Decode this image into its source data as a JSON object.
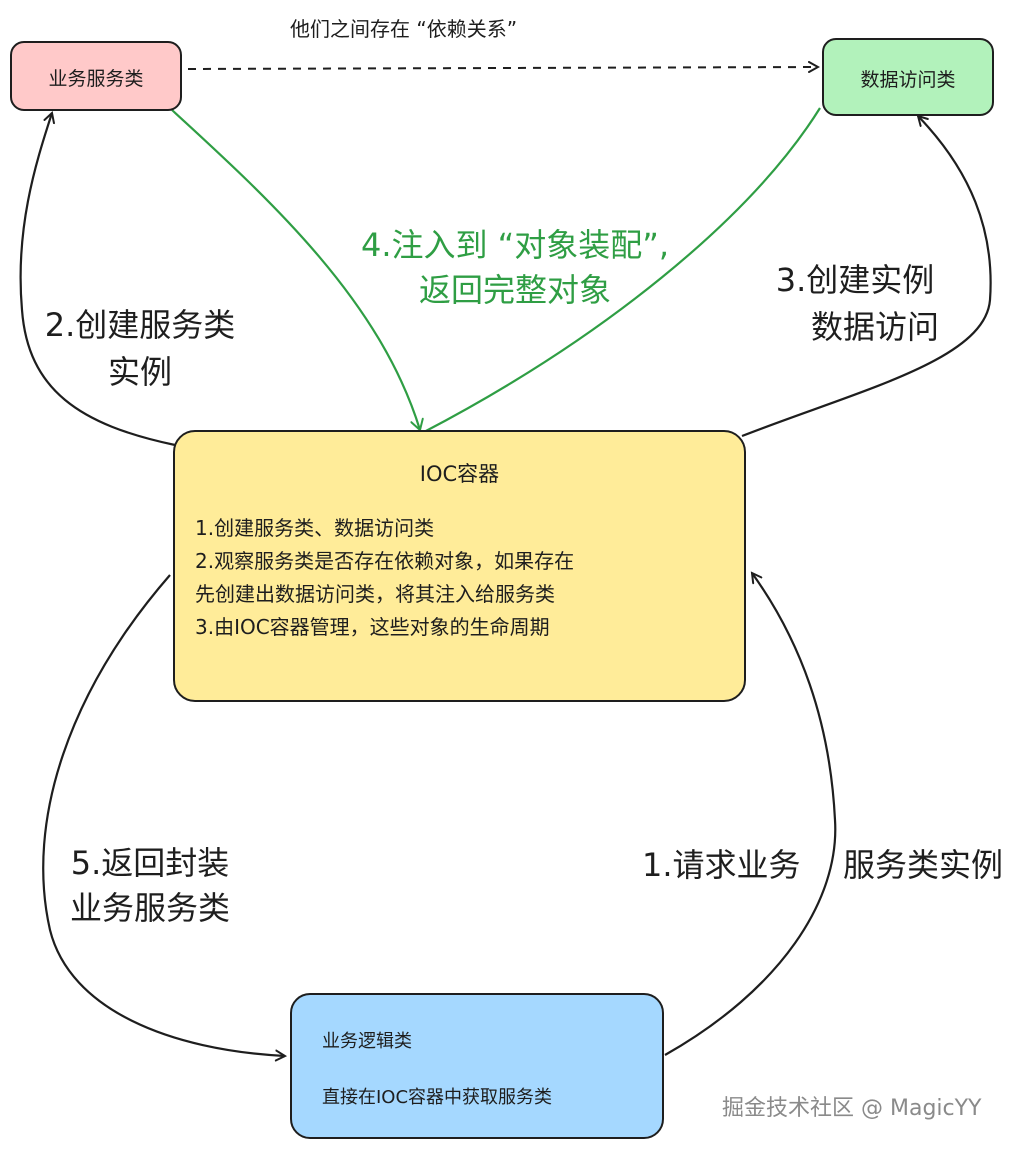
{
  "diagram": {
    "nodes": {
      "service": {
        "label": "业务服务类",
        "fill": "#ffc9c9"
      },
      "dao": {
        "label": "数据访问类",
        "fill": "#b2f2bb"
      },
      "ioc": {
        "title": "IOC容器",
        "lines": [
          "1.创建服务类、数据访问类",
          "2.观察服务类是否存在依赖对象，如果存在",
          "先创建出数据访问类，将其注入给服务类",
          "3.由IOC容器管理，这些对象的生命周期"
        ],
        "fill": "#ffec99"
      },
      "logic": {
        "title": "业务逻辑类",
        "desc": "直接在IOC容器中获取服务类",
        "fill": "#a5d8ff"
      }
    },
    "edges": {
      "dependency": "他们之间存在 “依赖关系”",
      "create_service": [
        "2.创建服务类",
        "实例"
      ],
      "create_dao": [
        "3.创建实例",
        "数据访问"
      ],
      "inject": [
        "4.注入到 “对象装配”,",
        "返回完整对象"
      ],
      "return_service": [
        "5.返回封装",
        "业务服务类"
      ],
      "request": "1.请求业务",
      "service_instance": "服务类实例"
    },
    "colors": {
      "stroke": "#1e1e1e",
      "inject": "#2f9e44"
    }
  },
  "watermark": "掘金技术社区 @ MagicYY"
}
